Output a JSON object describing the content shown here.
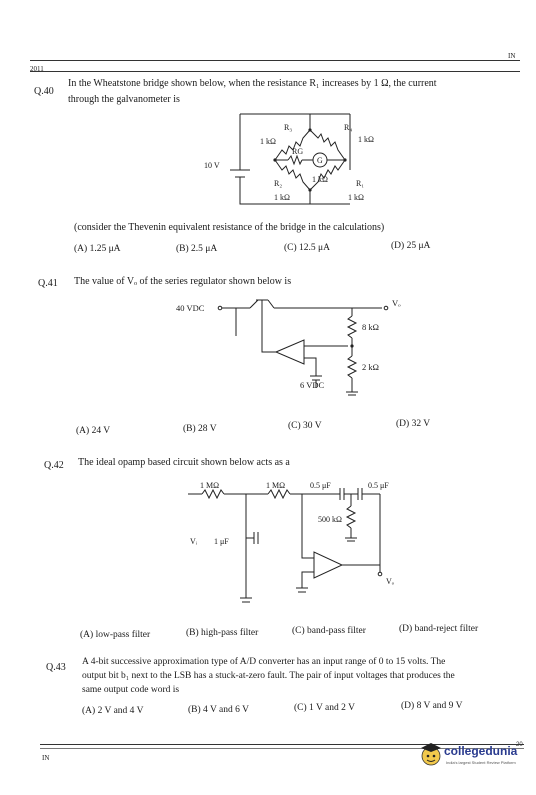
{
  "header": {
    "code_right": "IN",
    "year": "2011"
  },
  "q40": {
    "num": "Q.40",
    "line1": "In the Wheatstone bridge shown below, when the resistance R₁ increases by 1 Ω, the current",
    "line2": "through the galvanometer is",
    "circuit": {
      "r3": "R₃",
      "r4": "R₄",
      "rg": "RG",
      "g": "G",
      "r2": "R₂",
      "r1": "R₁",
      "k_r3": "1 kΩ",
      "k_r4": "1 kΩ",
      "k_rg": "1 kΩ",
      "k_r2": "1 kΩ",
      "k_r1": "1 kΩ",
      "v": "10 V"
    },
    "note": "(consider the Thevenin equivalent resistance of the bridge in the calculations)",
    "options": [
      "(A) 1.25 μA",
      "(B) 2.5 μA",
      "(C) 12.5 μA",
      "(D) 25 μA"
    ]
  },
  "q41": {
    "num": "Q.41",
    "text": "The value of Vₒ of the series regulator shown below is",
    "circuit": {
      "vin": "40 VDC",
      "vo": "Vₒ",
      "r8": "8 kΩ",
      "r2": "2 kΩ",
      "vref": "6 VDC"
    },
    "options": [
      "(A) 24 V",
      "(B) 28 V",
      "(C) 30 V",
      "(D) 32 V"
    ]
  },
  "q42": {
    "num": "Q.42",
    "text": "The ideal opamp based circuit shown below acts as a",
    "circuit": {
      "r1": "1 MΩ",
      "r2": "1 MΩ",
      "c1": "0.5 μF",
      "c2": "0.5 μF",
      "r500": "500 kΩ",
      "vi": "Vᵢ",
      "c3": "1 μF",
      "vo": "Vₒ"
    },
    "options": [
      "(A) low-pass filter",
      "(B) high-pass filter",
      "(C) band-pass filter",
      "(D) band-reject filter"
    ]
  },
  "q43": {
    "num": "Q.43",
    "line1": "A 4-bit successive approximation type of A/D converter has an input range of 0 to 15 volts. The",
    "line2": "output bit b₁ next to the LSB has a stuck-at-zero fault. The pair of input voltages that produces the",
    "line3": "same output code word is",
    "options": [
      "(A) 2 V and 4 V",
      "(B) 4 V and 6 V",
      "(C) 1 V and 2 V",
      "(D) 8 V and 9 V"
    ]
  },
  "footer": {
    "code_left": "IN",
    "page_num": "20",
    "brand": "collegedunia",
    "tagline": "India's largest Student Review Platform"
  }
}
